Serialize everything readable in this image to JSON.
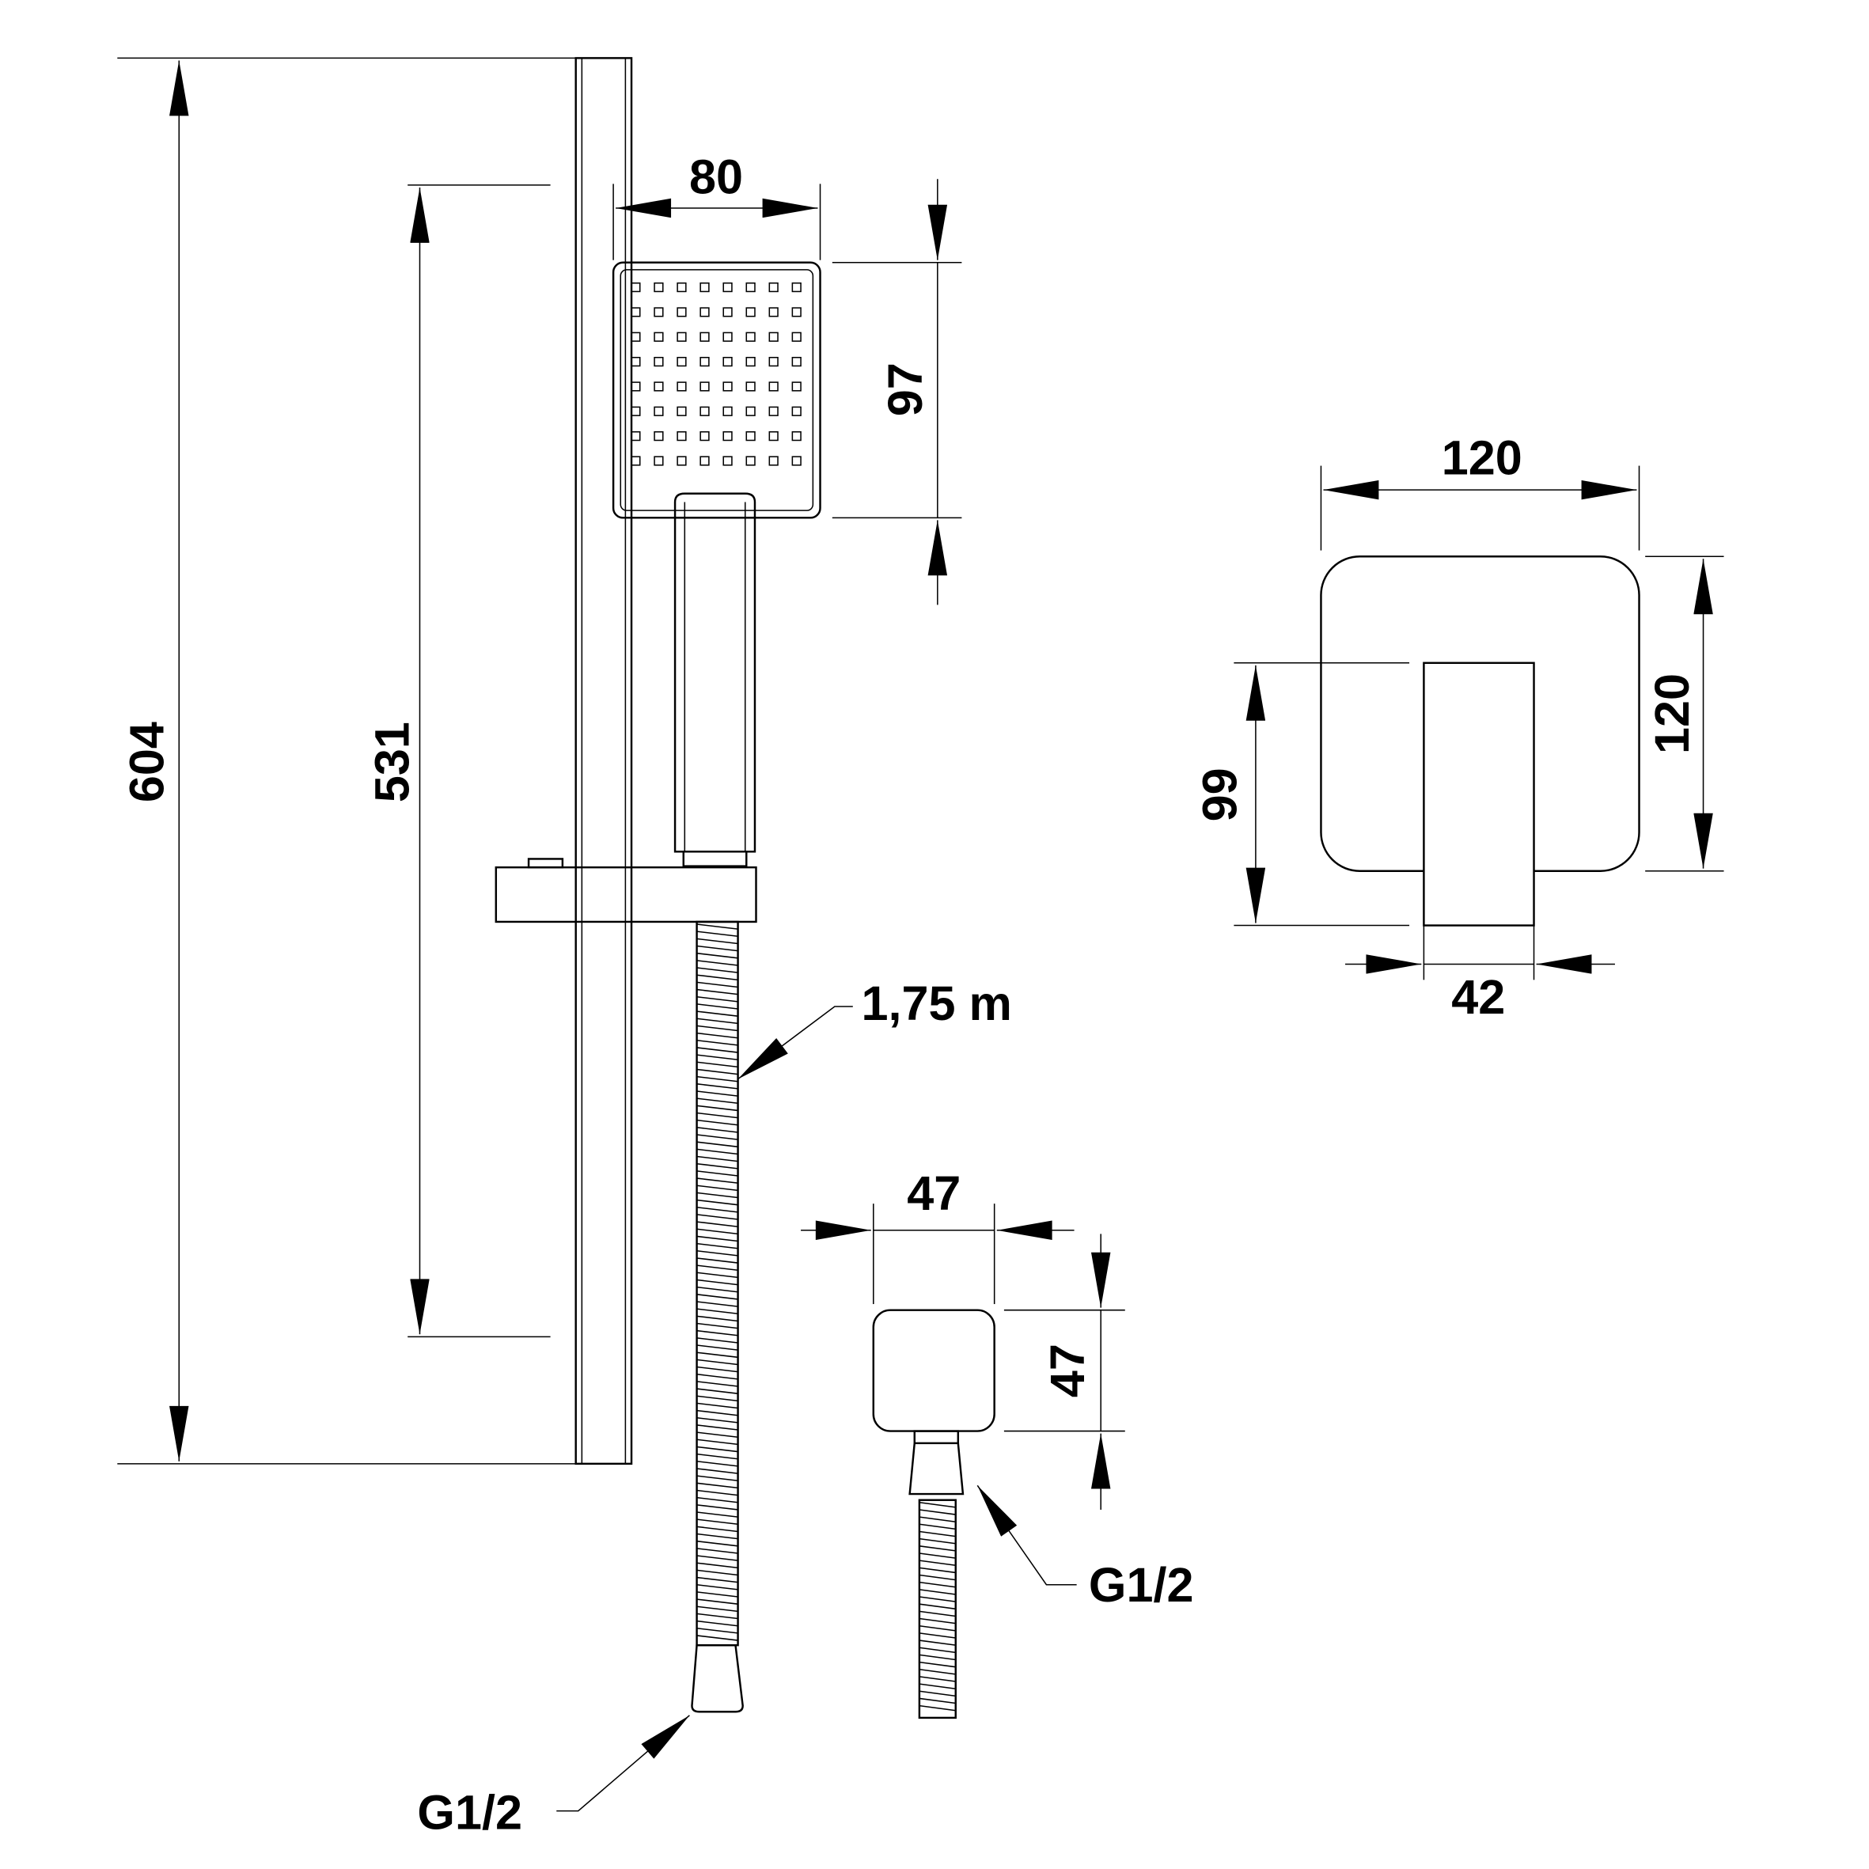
{
  "dimensions": {
    "rail_total": "604",
    "rail_spacing": "531",
    "head_width": "80",
    "head_height": "97",
    "valve_width": "120",
    "valve_height": "120",
    "lever_height": "99",
    "lever_width": "42",
    "outlet_width": "47",
    "outlet_height": "47"
  },
  "labels": {
    "hose_length": "1,75 m",
    "hose_thread": "G1/2",
    "outlet_thread": "G1/2"
  }
}
